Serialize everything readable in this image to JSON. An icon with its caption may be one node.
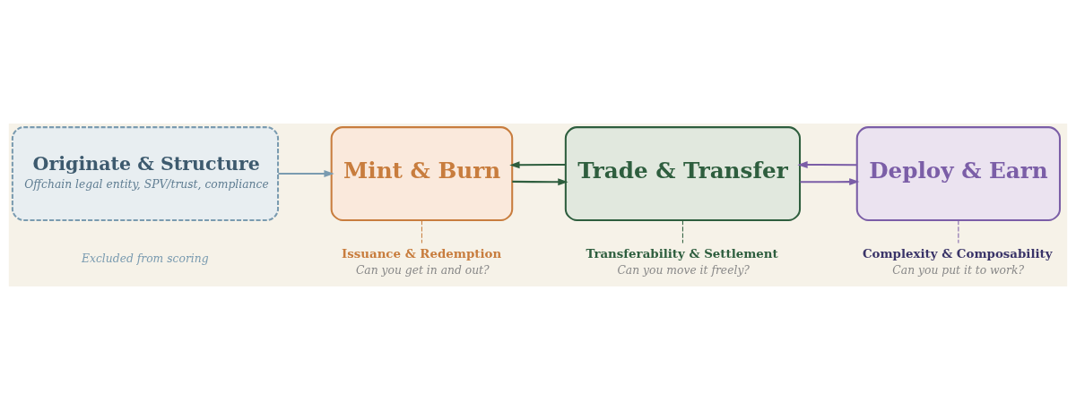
{
  "diagram": {
    "nodes": [
      {
        "text": [
          "Originate & Structure",
          "Offchain legal entity, SPV/trust, compliance"
        ]
      },
      {
        "text": [
          "Mint & Burn"
        ]
      },
      {
        "text": [
          "Trade & Transfer"
        ]
      },
      {
        "text": [
          "Deploy & Earn"
        ]
      },
      {
        "text": [
          "Issuance & Redemption",
          "Can you get in and out?"
        ]
      },
      {
        "text": [
          "Transferability & Settlement",
          "Can you move it freely?"
        ]
      },
      {
        "text": [
          "Complexity & Composability",
          "Can you put it to work?"
        ]
      }
    ],
    "edges": [
      {
        "from": 0,
        "to": 1,
        "arrow": "to",
        "color": "#7a9bb0"
      },
      {
        "from": 1,
        "to": 2,
        "arrow": "to",
        "color": "#2e5e3e"
      },
      {
        "from": 2,
        "to": 1,
        "arrow": "to",
        "color": "#2e5e3e"
      },
      {
        "from": 2,
        "to": 3,
        "arrow": "to",
        "color": "#7b5ea7"
      },
      {
        "from": 3,
        "to": 2,
        "arrow": "to",
        "color": "#7b5ea7"
      },
      {
        "from": 1,
        "to": 4,
        "arrow": "none",
        "style": "dashed",
        "color": "#c87d3e"
      },
      {
        "from": 2,
        "to": 5,
        "arrow": "none",
        "style": "dashed",
        "color": "#2e5e3e"
      },
      {
        "from": 3,
        "to": 6,
        "arrow": "none",
        "style": "dashed",
        "color": "#7b5ea7"
      }
    ],
    "labels": [
      "Excluded from scoring"
    ]
  }
}
